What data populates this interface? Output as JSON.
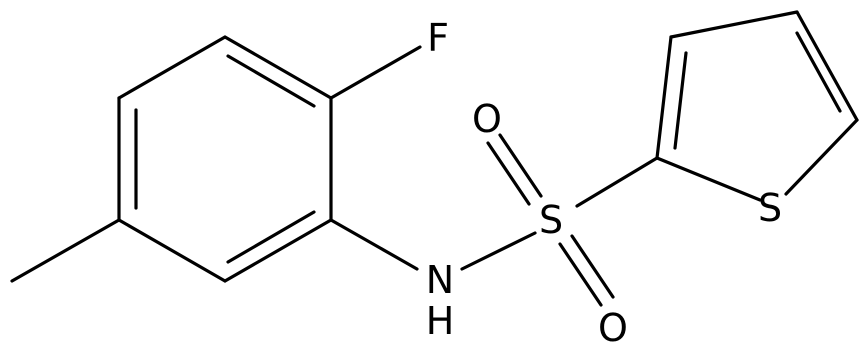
{
  "molecule": {
    "atoms": {
      "fluorine": "F",
      "nitrogen": "N",
      "hydrogen": "H",
      "sulfonyl_sulfur": "S",
      "oxygen_top": "O",
      "oxygen_bottom": "O",
      "ring_sulfur": "S"
    },
    "colors": {
      "bond": "#000000",
      "label": "#000000",
      "background": "#ffffff"
    }
  }
}
